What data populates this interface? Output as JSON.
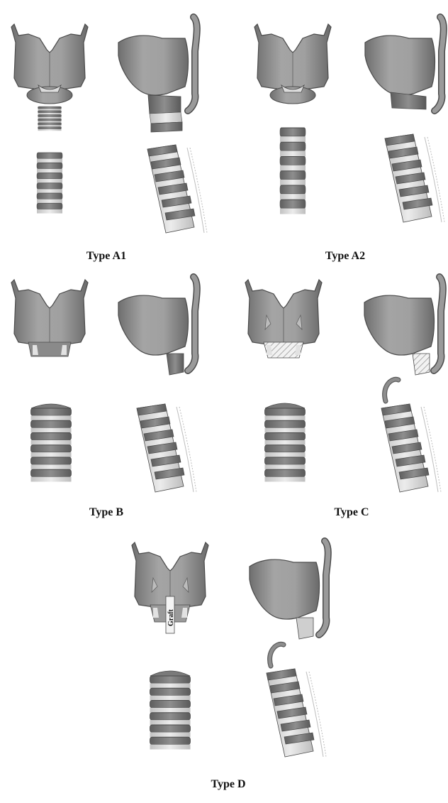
{
  "figure": {
    "panels": [
      {
        "id": "A1",
        "label": "Type A1"
      },
      {
        "id": "A2",
        "label": "Type A2"
      },
      {
        "id": "B",
        "label": "Type B"
      },
      {
        "id": "C",
        "label": "Type C"
      },
      {
        "id": "D",
        "label": "Type D",
        "graft_label": "Graft"
      }
    ],
    "colors": {
      "cartilage_dark": "#7a7a7a",
      "cartilage_mid": "#9c9c9c",
      "cartilage_light": "#c9c9c9",
      "ring_gap": "#e2e2e2",
      "outline": "#4a4a4a",
      "hatch": "#8a8a8a",
      "background": "#ffffff"
    }
  }
}
